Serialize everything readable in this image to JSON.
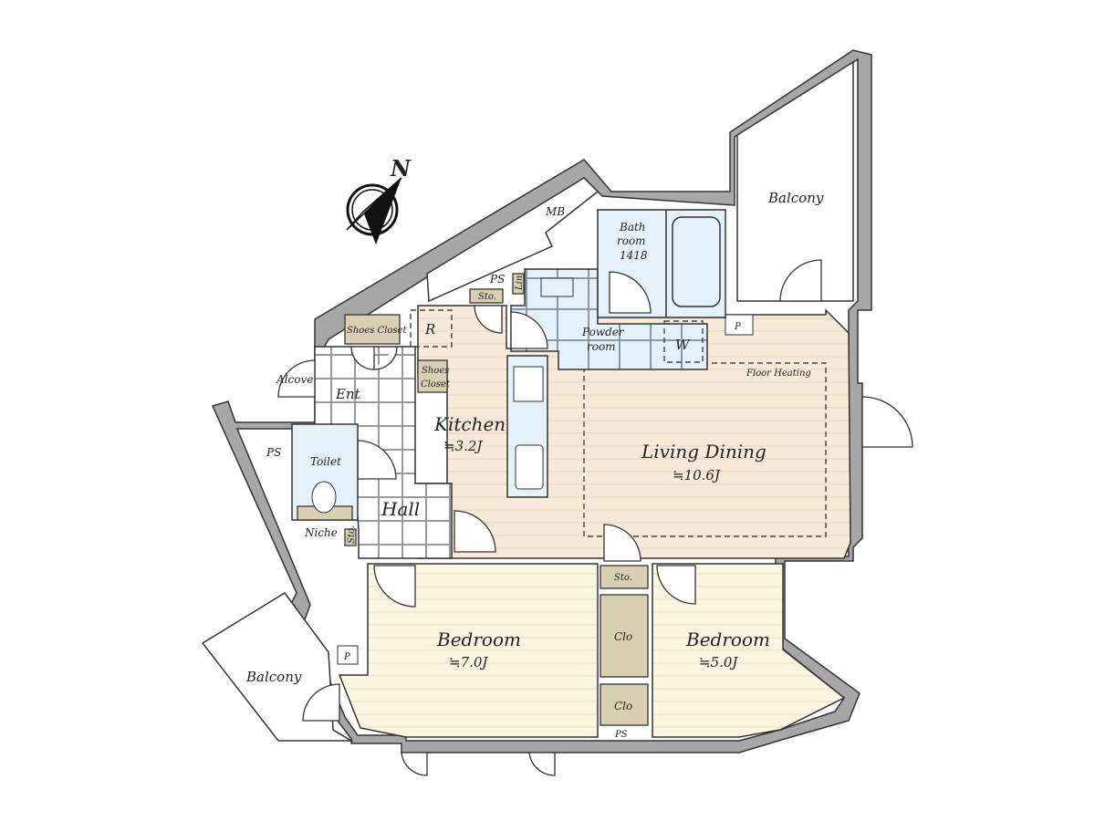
{
  "compass": {
    "label": "N"
  },
  "rooms": {
    "balcony_top": "Balcony",
    "balcony_bottom": "Balcony",
    "bath": [
      "Bath",
      "room",
      "1418"
    ],
    "powder": [
      "Powder",
      "room"
    ],
    "washer": "W",
    "refrigerator": "R",
    "kitchen": {
      "name": "Kitchen",
      "size": "≒3.2J"
    },
    "living": {
      "name": "Living Dining",
      "size": "≒10.6J"
    },
    "floor_heating": "Floor Heating",
    "bedroom_left": {
      "name": "Bedroom",
      "size": "≒7.0J"
    },
    "bedroom_right": {
      "name": "Bedroom",
      "size": "≒5.0J"
    },
    "hall": "Hall",
    "entrance": "Ent",
    "toilet": "Toilet",
    "niche": "Niche",
    "alcove": "Alcove",
    "shoes_closet_top": "Shoes Closet",
    "shoes_closet_side": [
      "Shoes",
      "Closet"
    ],
    "mb": "MB",
    "ps_top": "PS",
    "ps_left": "PS",
    "ps_bottom": "PS",
    "p_top": "P",
    "p_bottom": "P",
    "sto_top": "Sto.",
    "sto_mid": "Sto.",
    "sto_hall": "Sto.",
    "lin": "Lin",
    "clo_top": "Clo",
    "clo_bottom": "Clo"
  },
  "colors": {
    "living": "#f8e9d9",
    "bedroom": "#fbf6e1",
    "wet": "#e4f1fa",
    "wall": "#a7a7a7",
    "closet": "#d9d0b4"
  }
}
